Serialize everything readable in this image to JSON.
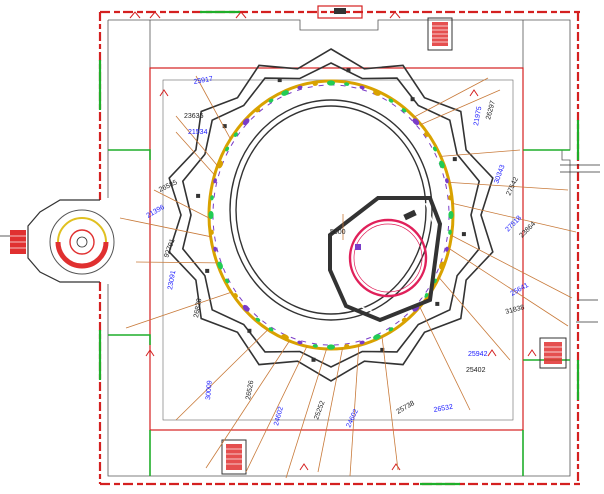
{
  "drawing": {
    "colors": {
      "wall_red": "#d42020",
      "wall_green": "#1fae2a",
      "wall_dark": "#333333",
      "magnet_green": "#22cc55",
      "magnet_orange": "#d9a200",
      "magnet_purple": "#7a3cc8",
      "inner_ring_red": "#e0205a",
      "label_blue": "#1a1aff",
      "label_dark": "#222222",
      "beam_line": "#c87a3a",
      "stair_red": "#e03030"
    },
    "center_label": "5000",
    "labels": [
      {
        "id": "l1",
        "text": "25917",
        "color": "blue"
      },
      {
        "id": "l2",
        "text": "23635",
        "color": "dark"
      },
      {
        "id": "l3",
        "text": "21534",
        "color": "blue"
      },
      {
        "id": "l4",
        "text": "26585",
        "color": "dark"
      },
      {
        "id": "l5",
        "text": "21396",
        "color": "blue"
      },
      {
        "id": "l6",
        "text": "92791",
        "color": "dark"
      },
      {
        "id": "l7",
        "text": "23091",
        "color": "blue"
      },
      {
        "id": "l8",
        "text": "26828",
        "color": "dark"
      },
      {
        "id": "l9",
        "text": "30009",
        "color": "blue"
      },
      {
        "id": "l10",
        "text": "26526",
        "color": "dark"
      },
      {
        "id": "l11",
        "text": "24602",
        "color": "blue"
      },
      {
        "id": "l12",
        "text": "25252",
        "color": "dark"
      },
      {
        "id": "l13",
        "text": "24602",
        "color": "blue"
      },
      {
        "id": "l14",
        "text": "25738",
        "color": "dark"
      },
      {
        "id": "l15",
        "text": "26532",
        "color": "blue"
      },
      {
        "id": "l16",
        "text": "25402",
        "color": "dark"
      },
      {
        "id": "l17",
        "text": "25942",
        "color": "blue"
      },
      {
        "id": "l18",
        "text": "31838",
        "color": "dark"
      },
      {
        "id": "l19",
        "text": "25641",
        "color": "blue"
      },
      {
        "id": "l20",
        "text": "23864",
        "color": "dark"
      },
      {
        "id": "l21",
        "text": "27518",
        "color": "blue"
      },
      {
        "id": "l22",
        "text": "27542",
        "color": "dark"
      },
      {
        "id": "l23",
        "text": "30343",
        "color": "blue"
      },
      {
        "id": "l24",
        "text": "26297",
        "color": "dark"
      },
      {
        "id": "l25",
        "text": "21975",
        "color": "blue"
      }
    ]
  }
}
